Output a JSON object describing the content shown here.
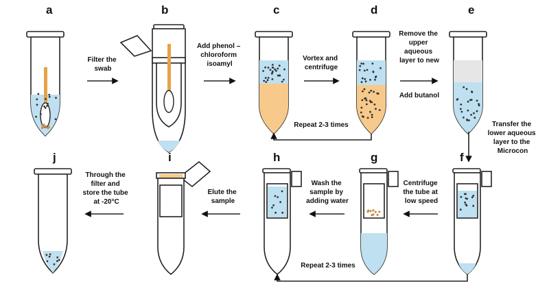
{
  "labels": {
    "a": "a",
    "b": "b",
    "c": "c",
    "d": "d",
    "e": "e",
    "f": "f",
    "g": "g",
    "h": "h",
    "i": "i",
    "j": "j"
  },
  "steps": {
    "filter_swab": [
      "Filter the",
      "swab"
    ],
    "add_phenol": [
      "Add phenol –",
      "chloroform",
      "isoamyl"
    ],
    "vortex": [
      "Vortex and",
      "centrifuge"
    ],
    "remove_upper": [
      "Remove the",
      "upper",
      "aqueous",
      "layer to new"
    ],
    "add_butanol": [
      "Add butanol"
    ],
    "transfer_lower": [
      "Transfer the",
      "lower aqueous",
      "layer to the",
      "Microcon"
    ],
    "centrifuge_low": [
      "Centrifuge",
      "the tube at",
      "low speed"
    ],
    "wash_sample": [
      "Wash the",
      "sample by",
      "adding water"
    ],
    "elute": [
      "Elute the",
      "sample"
    ],
    "through_filter": [
      "Through the",
      "filter and",
      "store the tube",
      "at -20°C"
    ],
    "repeat_top": "Repeat 2-3 times",
    "repeat_bottom": "Repeat 2-3 times"
  },
  "colors": {
    "aqueous": "#bfe0f0",
    "organic": "#f7c98a",
    "cleared": "#e6e6e6",
    "swab": "#e6a24a",
    "dots": "#333333",
    "pellet": "#c98b4a"
  }
}
